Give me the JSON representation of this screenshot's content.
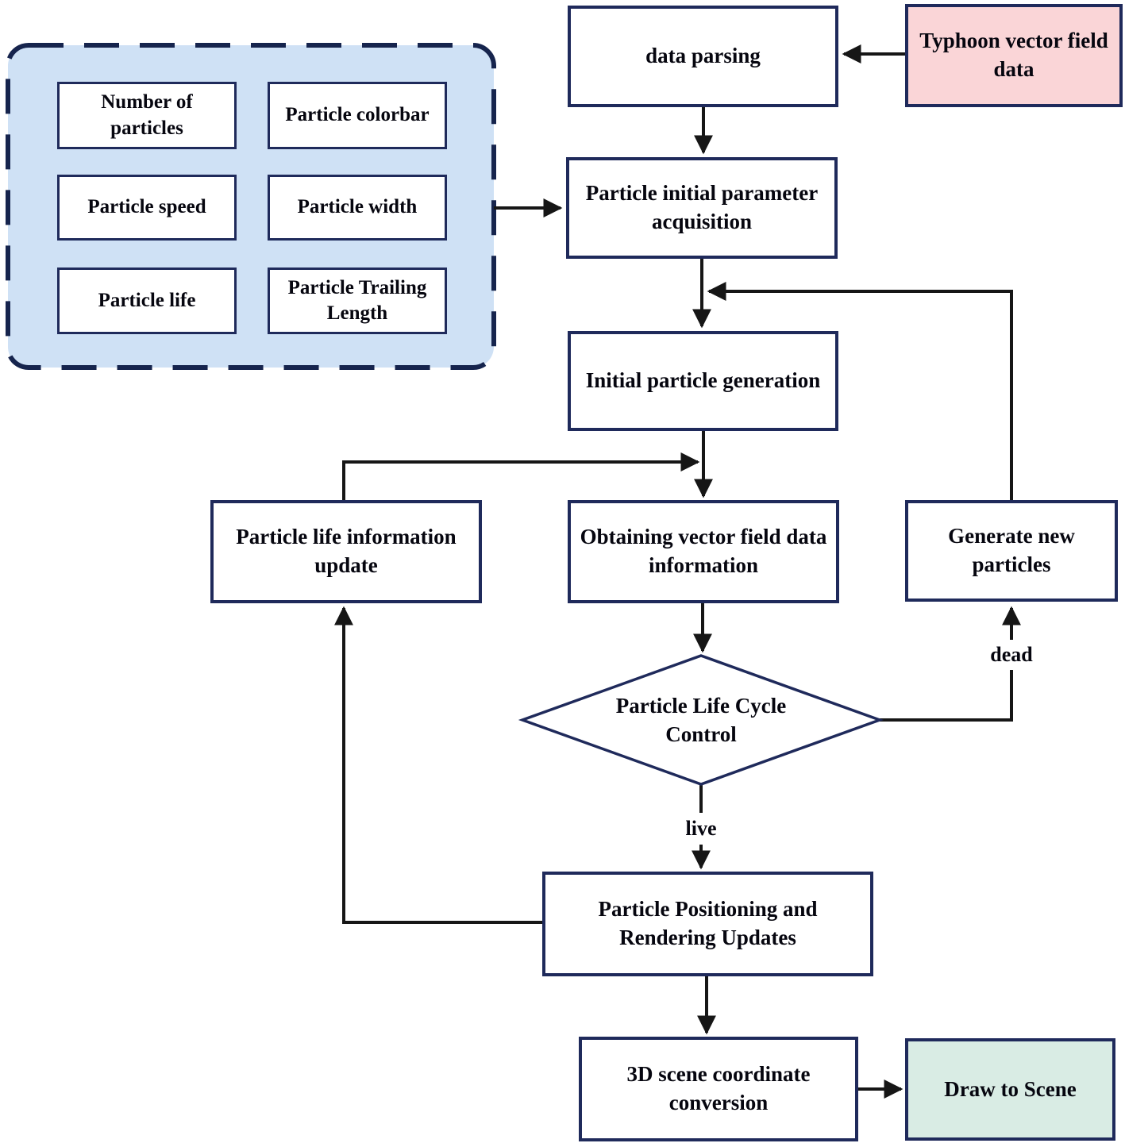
{
  "flowchart": {
    "parameter_panel": {
      "items": [
        {
          "label": "Number of particles"
        },
        {
          "label": "Particle colorbar"
        },
        {
          "label": "Particle speed"
        },
        {
          "label": "Particle width"
        },
        {
          "label": "Particle life"
        },
        {
          "label": "Particle Trailing Length"
        }
      ]
    },
    "nodes": {
      "typhoon_data": {
        "label": "Typhoon vector field data",
        "shape": "rect",
        "fill": "#fad5d7"
      },
      "data_parsing": {
        "label": "data parsing",
        "shape": "rect",
        "fill": "#ffffff"
      },
      "param_acquisition": {
        "label": "Particle initial parameter acquisition",
        "shape": "rect",
        "fill": "#ffffff"
      },
      "initial_generation": {
        "label": "Initial particle generation",
        "shape": "rect",
        "fill": "#ffffff"
      },
      "life_update": {
        "label": "Particle life information update",
        "shape": "rect",
        "fill": "#ffffff"
      },
      "vector_info": {
        "label": "Obtaining vector field data information",
        "shape": "rect",
        "fill": "#ffffff"
      },
      "generate_new": {
        "label": "Generate new particles",
        "shape": "rect",
        "fill": "#ffffff"
      },
      "life_cycle_control": {
        "label": "Particle Life Cycle Control",
        "shape": "diamond",
        "fill": "#ffffff"
      },
      "positioning": {
        "label": "Particle Positioning and Rendering Updates",
        "shape": "rect",
        "fill": "#ffffff"
      },
      "coordinate_conversion": {
        "label": "3D scene coordinate conversion",
        "shape": "rect",
        "fill": "#ffffff"
      },
      "draw_scene": {
        "label": "Draw to Scene",
        "shape": "rect",
        "fill": "#d9ece4"
      }
    },
    "edges": [
      {
        "from": "typhoon_data",
        "to": "data_parsing",
        "label": ""
      },
      {
        "from": "data_parsing",
        "to": "param_acquisition",
        "label": ""
      },
      {
        "from": "parameter_panel",
        "to": "param_acquisition",
        "label": ""
      },
      {
        "from": "param_acquisition",
        "to": "initial_generation",
        "label": ""
      },
      {
        "from": "generate_new",
        "to": "initial_generation",
        "label": ""
      },
      {
        "from": "initial_generation",
        "to": "vector_info",
        "label": ""
      },
      {
        "from": "life_update",
        "to": "vector_info",
        "label": ""
      },
      {
        "from": "vector_info",
        "to": "life_cycle_control",
        "label": ""
      },
      {
        "from": "life_cycle_control",
        "to": "generate_new",
        "label": "dead"
      },
      {
        "from": "life_cycle_control",
        "to": "positioning",
        "label": "live"
      },
      {
        "from": "positioning",
        "to": "life_update",
        "label": ""
      },
      {
        "from": "positioning",
        "to": "coordinate_conversion",
        "label": ""
      },
      {
        "from": "coordinate_conversion",
        "to": "draw_scene",
        "label": ""
      }
    ],
    "colors": {
      "box_border": "#1f2a5b",
      "connector": "#161616",
      "panel_fill": "#cfe1f5",
      "panel_border": "#16244d",
      "input_fill": "#fad5d7",
      "output_fill": "#d9ece4",
      "process_fill": "#ffffff",
      "text": "#06060f"
    }
  }
}
